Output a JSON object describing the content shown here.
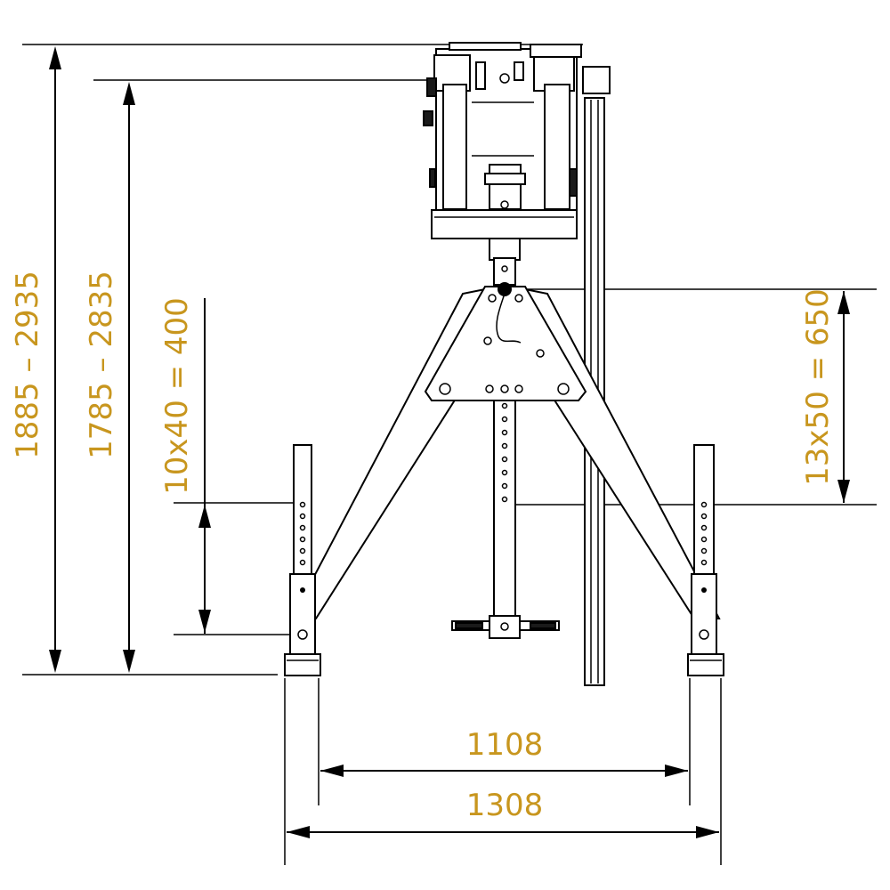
{
  "colors": {
    "dimension_text": "#c8961e",
    "line": "#000000",
    "background": "#ffffff"
  },
  "dimensions": {
    "total_height": "1885 – 2935",
    "frame_height": "1785 – 2835",
    "leg_adjust": "10x40 = 400",
    "center_adjust": "13x50 = 650",
    "inner_width": "1108",
    "outer_width": "1308"
  }
}
